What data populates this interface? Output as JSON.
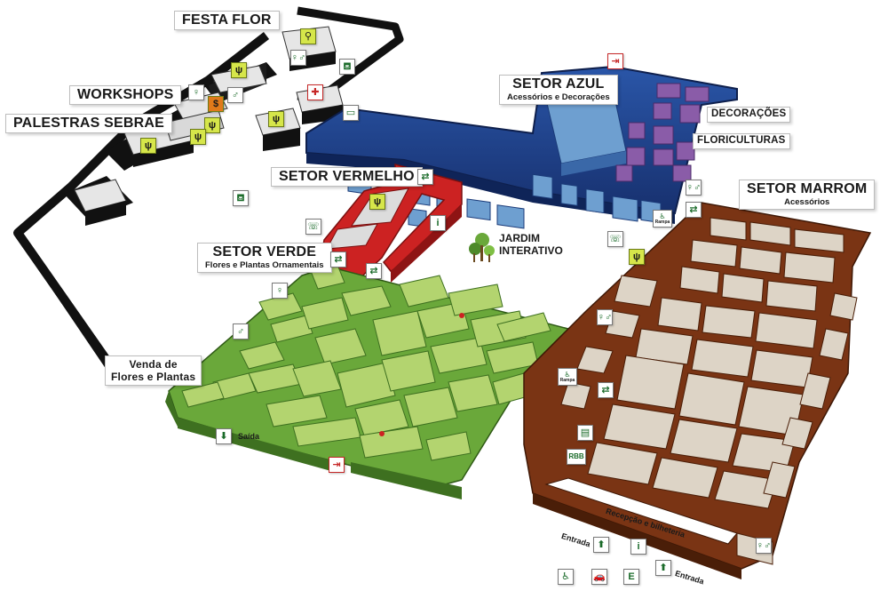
{
  "labels": {
    "festa_flor": "FESTA FLOR",
    "workshops": "WORKSHOPS",
    "palestras": "PALESTRAS SEBRAE",
    "setor_azul": "SETOR AZUL",
    "setor_azul_sub": "Acessórios e Decorações",
    "decoracoes": "DECORAÇÕES",
    "floriculturas": "FLORICULTURAS",
    "setor_vermelho": "SETOR VERMELHO",
    "setor_marrom": "SETOR MARROM",
    "setor_marrom_sub": "Acessórios",
    "setor_verde": "SETOR VERDE",
    "setor_verde_sub": "Flores e Plantas Ornamentais",
    "jardim_1": "JARDIM",
    "jardim_2": "INTERATIVO",
    "venda_1": "Venda de",
    "venda_2": "Flores e Plantas",
    "saida": "Saída",
    "recepcao": "Recepção e bilheteria",
    "entrada_1": "Entrada",
    "entrada_2": "Entrada",
    "rampa_1": "Rampa",
    "rampa_2": "Rampa",
    "rbb": "RBB",
    "info_1": "i",
    "info_2": "i",
    "estacionamento": "E"
  },
  "colors": {
    "black_sector": "#111111",
    "blue_sector": "#1e3f8c",
    "blue_stand": "#6e9fd0",
    "purple_stand": "#8a5ca8",
    "red_sector": "#cc2222",
    "brown_sector": "#7a3414",
    "brown_stand": "#ddd4c6",
    "green_sector": "#6aa83a",
    "green_stand": "#b3d46f",
    "stand_light": "#e2e2e2",
    "icon_green": "#1b6b2a",
    "icon_yellow": "#d6e64a"
  },
  "icons": {
    "restroom": "restroom-icon",
    "food": "food-fork-knife-icon",
    "first_aid": "first-aid-cross-icon",
    "emergency_exit": "emergency-exit-icon",
    "phone": "phone-icon",
    "info": "info-icon",
    "accessible": "wheelchair-icon",
    "arrow": "direction-arrow-icon",
    "transfer": "transfer-arrows-icon",
    "parking": "parking-icon",
    "car": "car-icon",
    "atm": "atm-icon",
    "tree": "tree-icon",
    "rest_area": "bench-icon"
  }
}
